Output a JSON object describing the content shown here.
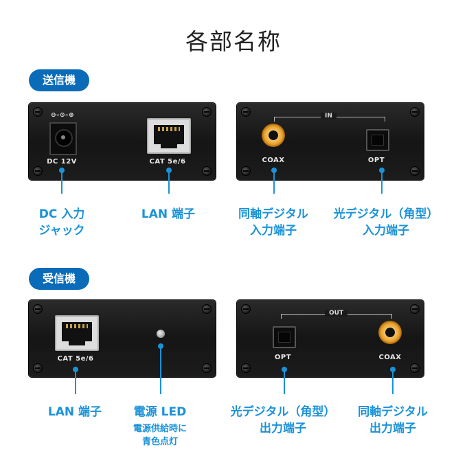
{
  "title": "各部名称",
  "transmitter": {
    "badge": "送信機",
    "back_panel": {
      "dc_polarity_symbol": "⊖–⊙–⊕",
      "dc_label": "DC 12V",
      "lan_label": "CAT 5e/6"
    },
    "front_panel": {
      "bracket_label": "IN",
      "coax_label": "COAX",
      "opt_label": "OPT"
    },
    "callouts": {
      "dc_line1": "DC 入力",
      "dc_line2": "ジャック",
      "lan": "LAN 端子",
      "coax_line1": "同軸デジタル",
      "coax_line2": "入力端子",
      "opt_line1": "光デジタル（角型）",
      "opt_line2": "入力端子"
    }
  },
  "receiver": {
    "badge": "受信機",
    "back_panel": {
      "lan_label": "CAT 5e/6"
    },
    "front_panel": {
      "bracket_label": "OUT",
      "opt_label": "OPT",
      "coax_label": "COAX"
    },
    "callouts": {
      "lan": "LAN 端子",
      "led": "電源 LED",
      "led_note_line1": "電源供給時に",
      "led_note_line2": "青色点灯",
      "opt_line1": "光デジタル（角型）",
      "opt_line2": "出力端子",
      "coax_line1": "同軸デジタル",
      "coax_line2": "出力端子"
    }
  },
  "colors": {
    "badge_blue": "#0a6bb8",
    "callout_blue": "#1a92d8",
    "panel_black": "#1a1a1a"
  },
  "icons": {
    "dc_jack": "dc-jack-icon",
    "lan_port": "rj45-port-icon",
    "coax_port": "rca-coax-port-icon",
    "optical_port": "toslink-port-icon",
    "power_led": "led-indicator-icon",
    "screw": "screw-icon"
  }
}
